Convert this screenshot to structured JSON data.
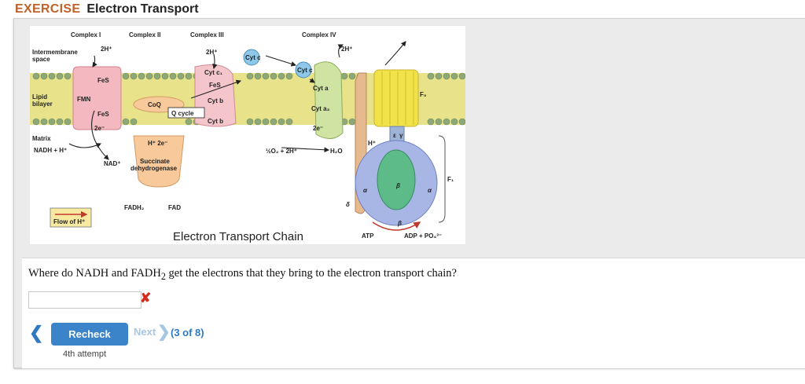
{
  "header": {
    "tag": "EXERCISE",
    "title": "Electron Transport"
  },
  "figure": {
    "complex_i": "Complex I",
    "complex_ii": "Complex II",
    "complex_iii": "Complex III",
    "complex_iv": "Complex IV",
    "intermembrane_1": "Intermembrane",
    "intermembrane_2": "space",
    "lipid_1": "Lipid",
    "lipid_2": "bilayer",
    "matrix": "Matrix",
    "h_plus_1": "2H⁺",
    "h_plus_2": "2H⁺",
    "h_plus_3": "2H⁺",
    "fes_1": "FeS",
    "fmn": "FMN",
    "fes_2": "FeS",
    "two_e_1": "2e⁻",
    "coq": "CoQ",
    "q_cycle": "Q cycle",
    "cyt_c1": "Cyt c₁",
    "fes_3": "FeS",
    "cyt_b_1": "Cyt b",
    "cyt_b_2": "Cyt b",
    "cyt_c_1": "Cyt c",
    "cyt_c_2": "Cyt c",
    "cyt_a": "Cyt a",
    "cyt_a3": "Cyt a₃",
    "two_e_2": "2e⁻",
    "nadh": "NADH + H⁺",
    "nad": "NAD⁺",
    "h2e": "H⁺ 2e⁻",
    "succinate_1": "Succinate",
    "succinate_2": "dehydrogenase",
    "fadh2": "FADH₂",
    "fad": "FAD",
    "o2": "½O₂ + 2H⁺",
    "h2o": "H₂O",
    "h_plus_4": "H⁺",
    "fo": "F₀",
    "f1": "F₁",
    "gamma": "γ",
    "epsilon": "ε",
    "alpha_1": "α",
    "alpha_2": "α",
    "beta_1": "β",
    "beta_2": "β",
    "delta": "δ",
    "atp": "ATP",
    "adp": "ADP + PO₄³⁻",
    "flow_label": "Flow of H⁺",
    "caption": "Electron Transport Chain"
  },
  "question": {
    "text_before": "Where do NADH and FADH",
    "sub": "2",
    "text_after": " get the electrons that they bring to the electron transport chain?"
  },
  "answer": {
    "value": "",
    "status": "incorrect"
  },
  "nav": {
    "prev_glyph": "❮",
    "recheck_label": "Recheck",
    "next_label": "Next",
    "next_glyph": "❯",
    "count": "(3 of 8)",
    "attempt": "4th attempt"
  },
  "colors": {
    "accent": "#3b84c9",
    "exercise": "#c0622b",
    "error": "#d52a1e"
  }
}
